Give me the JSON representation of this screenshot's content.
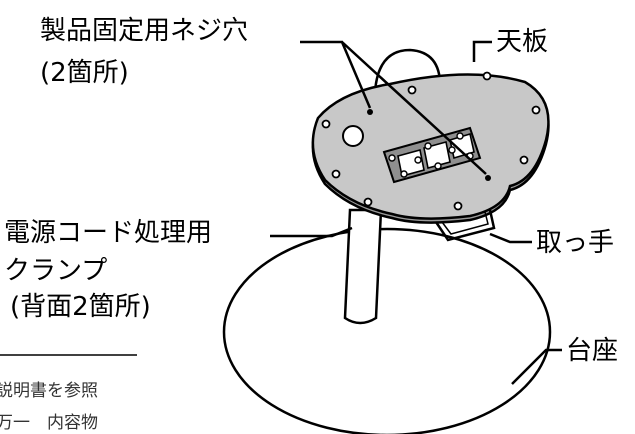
{
  "labels": {
    "screw_holes": "製品固定用ネジ穴",
    "screw_holes_count": "(2箇所)",
    "top_plate": "天板",
    "cable_clamp_line1": "電源コード処理用",
    "cable_clamp_line2": "クランプ",
    "cable_clamp_count": "(背面2箇所)",
    "handle": "取っ手",
    "base": "台座"
  },
  "faded_text": {
    "line1": "説明書を参照",
    "line2": "万一　内容物"
  },
  "colors": {
    "plate_fill": "#c8c8c8",
    "line": "#000000",
    "background": "#ffffff"
  }
}
